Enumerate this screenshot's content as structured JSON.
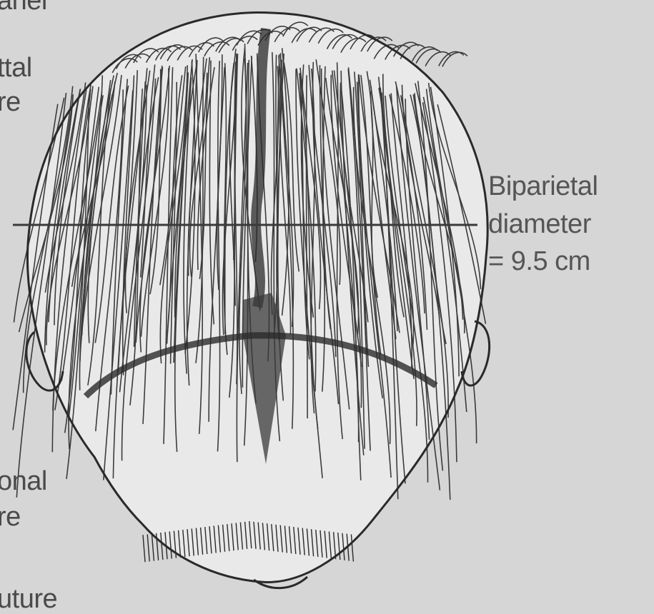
{
  "labels": {
    "top_cut": "anel",
    "sagittal_line1": "ttal",
    "sagittal_line2": "re",
    "biparietal_line1": "Biparietal",
    "biparietal_line2": "diameter",
    "biparietal_line3": "= 9.5 cm",
    "lambdoid_line1": "onal",
    "lambdoid_line2": "re",
    "bottom_cut": "uture"
  },
  "colors": {
    "background": "#d6d6d6",
    "ink": "#2a2a2a",
    "label": "#4a4a4a"
  }
}
